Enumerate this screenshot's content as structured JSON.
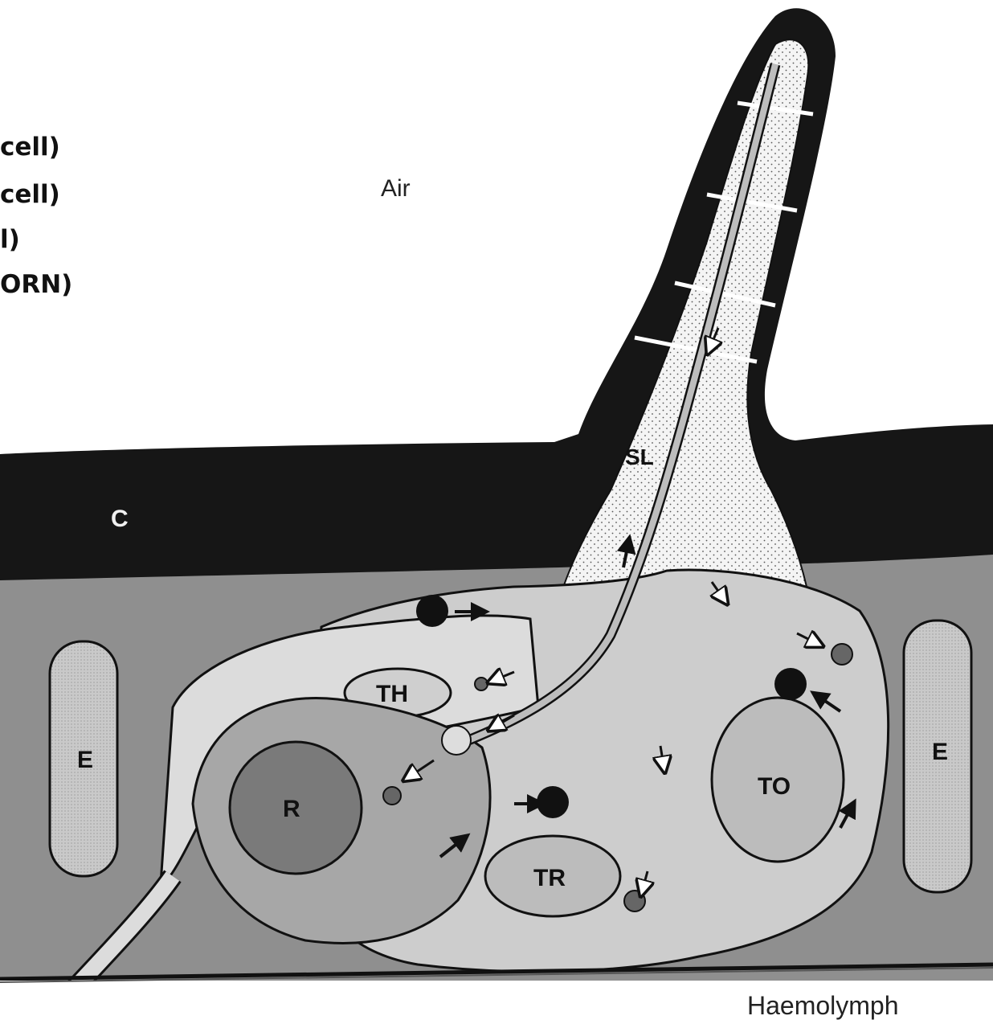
{
  "legend_lines": [
    "cell)",
    "cell)",
    "l)",
    "ORN)"
  ],
  "labels": {
    "air": "Air",
    "cuticle": "C",
    "sensillum_lymph": "SL",
    "thecogen": "TH",
    "receptor": "R",
    "trichogen": "TR",
    "tormogen": "TO",
    "epidermis_left": "E",
    "epidermis_right": "E",
    "haemolymph": "Haemolymph"
  },
  "colors": {
    "cuticle": "#161616",
    "tissue": "#8f8f8f",
    "cell_light": "#cdcdcd",
    "receptor": "#7a7a7a",
    "lymph": "#f1f1f1",
    "line": "#111111"
  }
}
